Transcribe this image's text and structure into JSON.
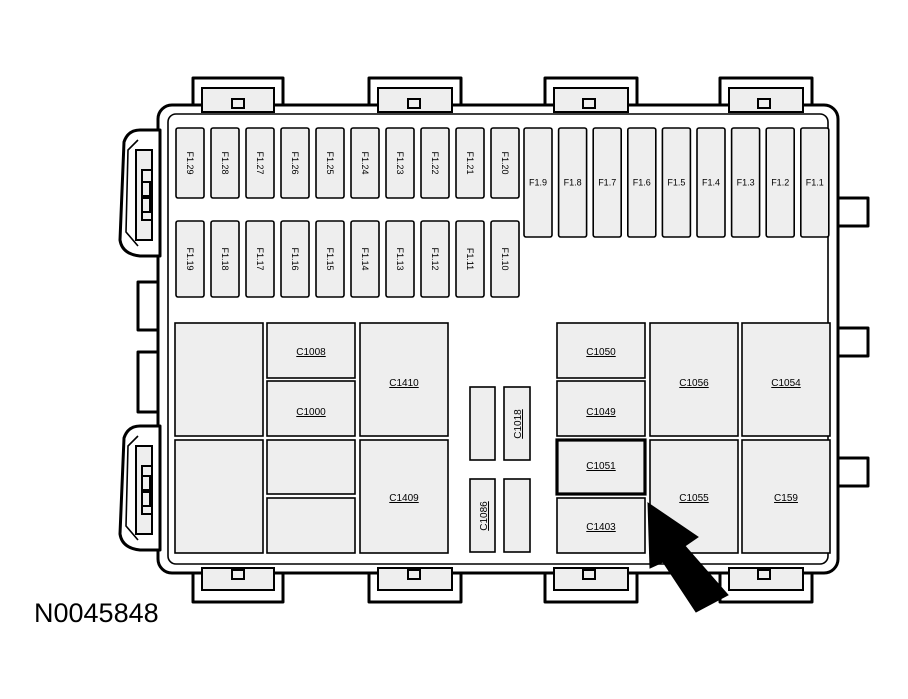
{
  "figure_id": "N0045848",
  "fuses_top_left": [
    "F1.29",
    "F1.28",
    "F1.27",
    "F1.26",
    "F1.25",
    "F1.24",
    "F1.23",
    "F1.22",
    "F1.21",
    "F1.20"
  ],
  "fuses_bottom_left": [
    "F1.19",
    "F1.18",
    "F1.17",
    "F1.16",
    "F1.15",
    "F1.14",
    "F1.13",
    "F1.12",
    "F1.11",
    "F1.10"
  ],
  "fuses_top_right": [
    "F1.9",
    "F1.8",
    "F1.7",
    "F1.6",
    "F1.5",
    "F1.4",
    "F1.3",
    "F1.2",
    "F1.1"
  ],
  "connectors": {
    "c1008": "C1008",
    "c1000": "C1000",
    "c1410": "C1410",
    "c1409": "C1409",
    "c1018": "C1018",
    "c1086": "C1086",
    "c1050": "C1050",
    "c1049": "C1049",
    "c1051": "C1051",
    "c1403": "C1403",
    "c1056": "C1056",
    "c1054": "C1054",
    "c1055": "C1055",
    "c159": "C159"
  },
  "highlighted_connector": "C1051"
}
